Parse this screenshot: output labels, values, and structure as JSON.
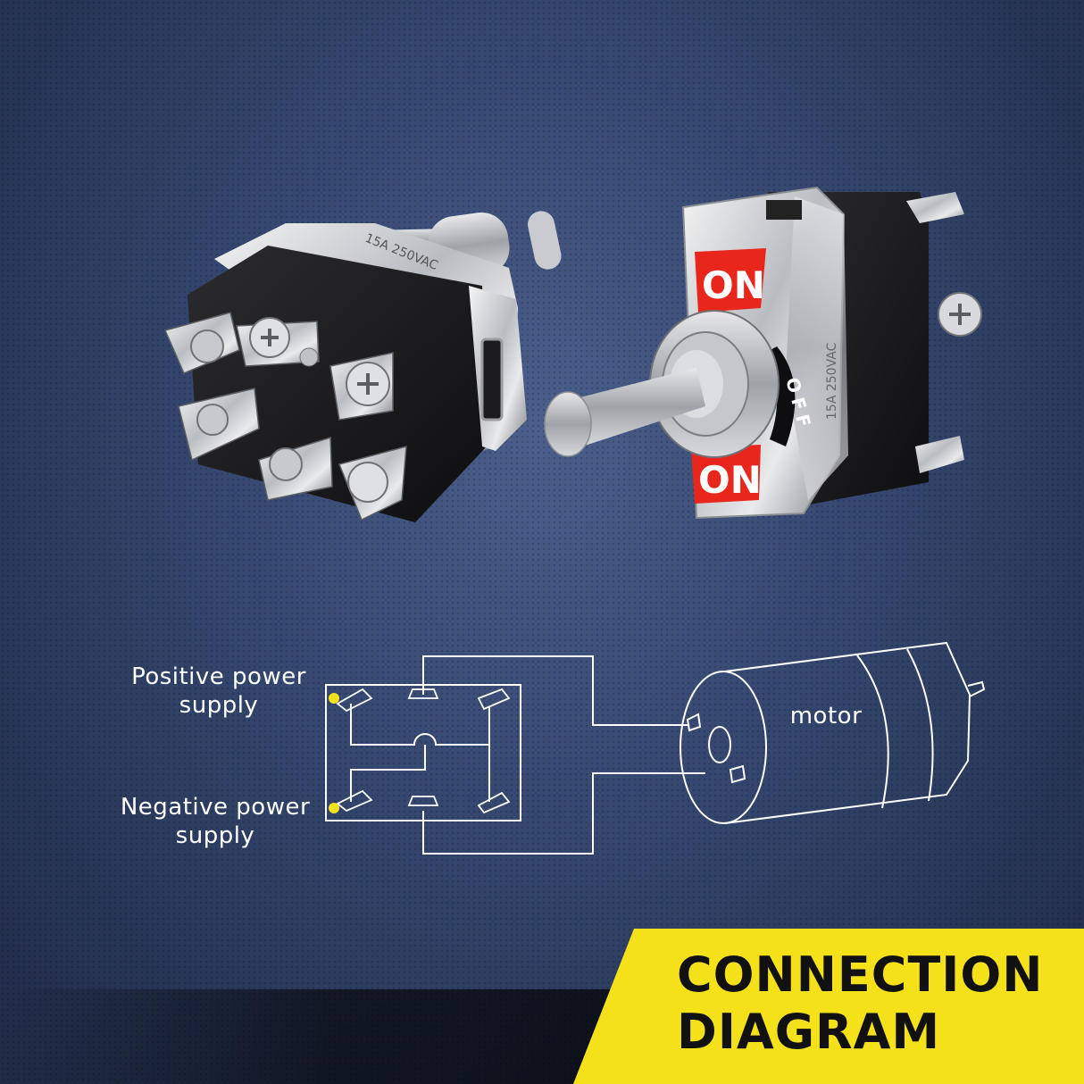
{
  "diagram": {
    "positive_label_line1": "Positive power",
    "positive_label_line2": "supply",
    "negative_label_line1": "Negative power",
    "negative_label_line2": "supply",
    "motor_label": "motor"
  },
  "switch_front": {
    "top_position": "ON",
    "middle_position": "OFF",
    "bottom_position": "ON",
    "rating": "15A 250VAC"
  },
  "switch_back": {
    "rating": "15A 250VAC"
  },
  "banner": {
    "line1": "CONNECTION",
    "line2": "DIAGRAM"
  },
  "colors": {
    "background": "#34466e",
    "banner": "#f5e11a",
    "on_badge": "#e8261c",
    "terminal_dot": "#f2e21c",
    "wire": "#ffffff"
  }
}
